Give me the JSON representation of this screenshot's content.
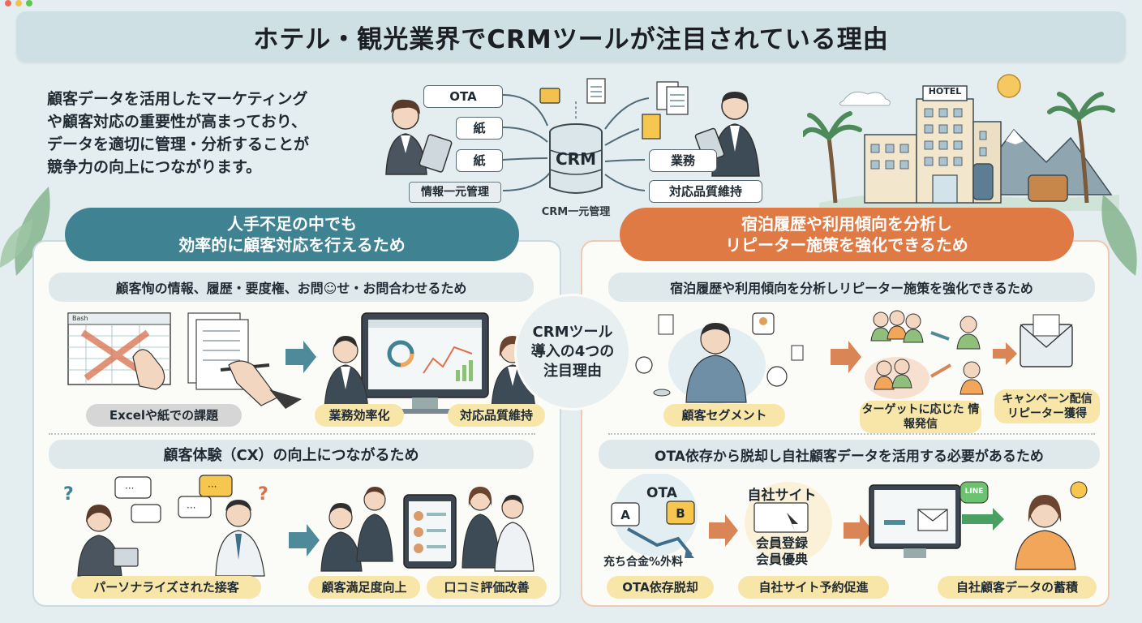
{
  "title": "ホテル・観光業界でCRMツールが注目されている理由",
  "intro": [
    "顧客データを活用したマーケティング",
    "や顧客対応の重要性が高まっており、",
    "データを適切に管理・分析することが",
    "競争力の向上につながります。"
  ],
  "flow": {
    "inputs": [
      "OTA",
      "紙",
      "紙"
    ],
    "left_label": "情報一元管理",
    "db": "CRM",
    "db_label": "CRM一元管理",
    "outputs": [
      "業務",
      "対応品質維持"
    ],
    "hotel_sign": "HOTEL"
  },
  "left": {
    "banner": [
      "人手不足の中でも",
      "効率的に顧客対応を行えるため"
    ],
    "sec1": {
      "header": "顧客恂の情報、履歴・要度権、お問☺せ・お問合わせるため",
      "sheet_label": "Bash",
      "tags": [
        "Excelや紙での課題",
        "業務効率化",
        "対応品質維持"
      ]
    },
    "sec2": {
      "header": "顧客体験（CX）の向上につながるため",
      "tags": [
        "パーソナライズされた接客",
        "顧客満足度向上",
        "口コミ評価改善"
      ]
    }
  },
  "center": [
    "CRMツール",
    "導入の4つの",
    "注目理由"
  ],
  "right": {
    "banner": [
      "宿泊履歴や利用傾向を分析し",
      "リピーター施策を強化できるため"
    ],
    "sec1": {
      "header": "宿泊履歴や利用傾向を分析しリピーター施策を強化できるため",
      "tags": [
        "顧客セグメント",
        "ターゲットに応じた 情報発信",
        "キャンペーン配信 リピーター獲得"
      ]
    },
    "sec2": {
      "header": "OTA依存から脱却し自社顧客データを活用する必要があるため",
      "ota_title": "OTA",
      "ota_a": "A",
      "ota_b": "B",
      "fee_text": "充ち合金%外料",
      "site_title": "自社サイト",
      "site_lines": [
        "会員登録",
        "会員優典"
      ],
      "line_badge": "LINE",
      "tags": [
        "OTA依存脱却",
        "自社サイト予約促進",
        "自社顧客データの蓄積"
      ]
    }
  },
  "colors": {
    "teal": "#3f8393",
    "orange": "#e07a45",
    "tag_yellow": "#f8e5a8",
    "arrow_teal": "#4f8a9a",
    "arrow_orange": "#d98556"
  }
}
